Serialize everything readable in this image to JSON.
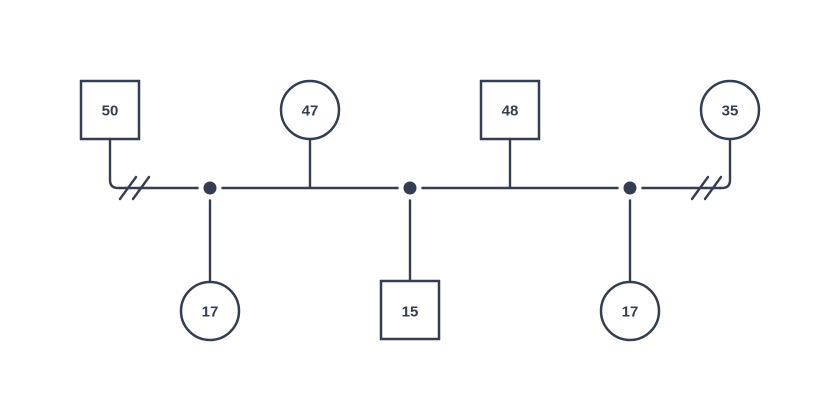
{
  "diagram": {
    "type": "genogram",
    "background_color": "#ffffff",
    "line_color": "#333e52",
    "top_row": [
      {
        "shape": "square",
        "label": "50"
      },
      {
        "shape": "circle",
        "label": "47"
      },
      {
        "shape": "square",
        "label": "48"
      },
      {
        "shape": "circle",
        "label": "35"
      }
    ],
    "bottom_row": [
      {
        "shape": "circle",
        "label": "17"
      },
      {
        "shape": "square",
        "label": "15"
      },
      {
        "shape": "circle",
        "label": "17"
      }
    ],
    "union_points": 3,
    "separation_marks": 2
  }
}
